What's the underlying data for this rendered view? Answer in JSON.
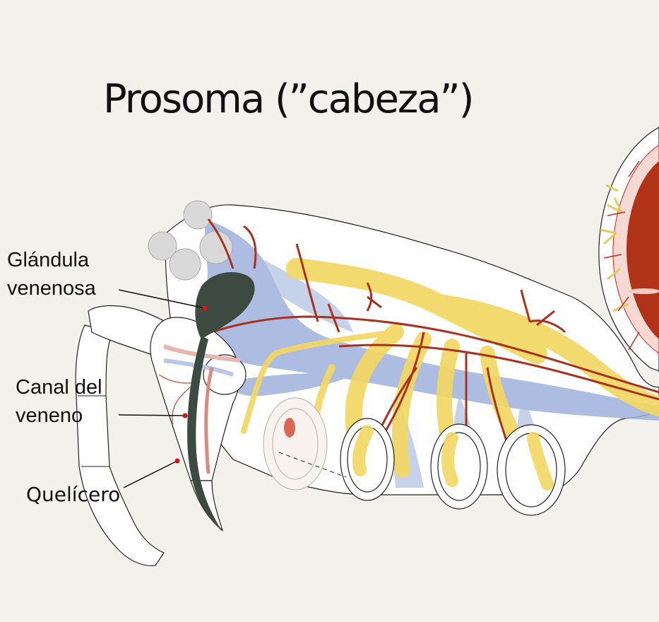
{
  "diagram": {
    "title": "Prosoma (”cabeza”)",
    "labels": {
      "glandula_line1": "Glándula",
      "glandula_line2": "venenosa",
      "canal_line1": "Canal del",
      "canal_line2": "veneno",
      "quelicero": "Quelícero"
    },
    "colors": {
      "background": "#f2f1ec",
      "nerves": "#f2d762",
      "arteries": "#a8321f",
      "muscles": "#9fb1dc",
      "venom_gland": "#3d4a42",
      "heart": "#b03318",
      "pointer_dot": "#e01010"
    }
  }
}
